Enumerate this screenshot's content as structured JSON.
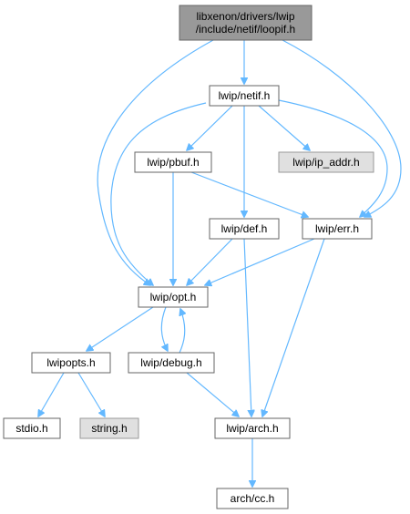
{
  "graph": {
    "edge_color": "#63b8ff",
    "nodes": [
      {
        "id": "loopif",
        "lines": [
          "libxenon/drivers/lwip",
          "/include/netif/loopif.h"
        ],
        "style": "root"
      },
      {
        "id": "netif",
        "lines": [
          "lwip/netif.h"
        ],
        "style": "normal"
      },
      {
        "id": "pbuf",
        "lines": [
          "lwip/pbuf.h"
        ],
        "style": "normal"
      },
      {
        "id": "ip_addr",
        "lines": [
          "lwip/ip_addr.h"
        ],
        "style": "missing"
      },
      {
        "id": "def",
        "lines": [
          "lwip/def.h"
        ],
        "style": "normal"
      },
      {
        "id": "err",
        "lines": [
          "lwip/err.h"
        ],
        "style": "normal"
      },
      {
        "id": "opt",
        "lines": [
          "lwip/opt.h"
        ],
        "style": "normal"
      },
      {
        "id": "lwipopts",
        "lines": [
          "lwipopts.h"
        ],
        "style": "normal"
      },
      {
        "id": "debug",
        "lines": [
          "lwip/debug.h"
        ],
        "style": "normal"
      },
      {
        "id": "stdio",
        "lines": [
          "stdio.h"
        ],
        "style": "normal"
      },
      {
        "id": "string",
        "lines": [
          "string.h"
        ],
        "style": "missing"
      },
      {
        "id": "arch",
        "lines": [
          "lwip/arch.h"
        ],
        "style": "normal"
      },
      {
        "id": "cc",
        "lines": [
          "arch/cc.h"
        ],
        "style": "normal"
      }
    ],
    "edges": [
      {
        "from": "loopif",
        "to": "netif"
      },
      {
        "from": "loopif",
        "to": "opt"
      },
      {
        "from": "loopif",
        "to": "err"
      },
      {
        "from": "netif",
        "to": "opt"
      },
      {
        "from": "netif",
        "to": "pbuf"
      },
      {
        "from": "netif",
        "to": "ip_addr"
      },
      {
        "from": "netif",
        "to": "def"
      },
      {
        "from": "netif",
        "to": "err"
      },
      {
        "from": "pbuf",
        "to": "opt"
      },
      {
        "from": "pbuf",
        "to": "err"
      },
      {
        "from": "def",
        "to": "opt"
      },
      {
        "from": "def",
        "to": "arch"
      },
      {
        "from": "err",
        "to": "opt"
      },
      {
        "from": "err",
        "to": "arch"
      },
      {
        "from": "opt",
        "to": "lwipopts"
      },
      {
        "from": "opt",
        "to": "debug"
      },
      {
        "from": "debug",
        "to": "opt"
      },
      {
        "from": "debug",
        "to": "arch"
      },
      {
        "from": "lwipopts",
        "to": "stdio"
      },
      {
        "from": "lwipopts",
        "to": "string"
      },
      {
        "from": "arch",
        "to": "cc"
      }
    ]
  }
}
